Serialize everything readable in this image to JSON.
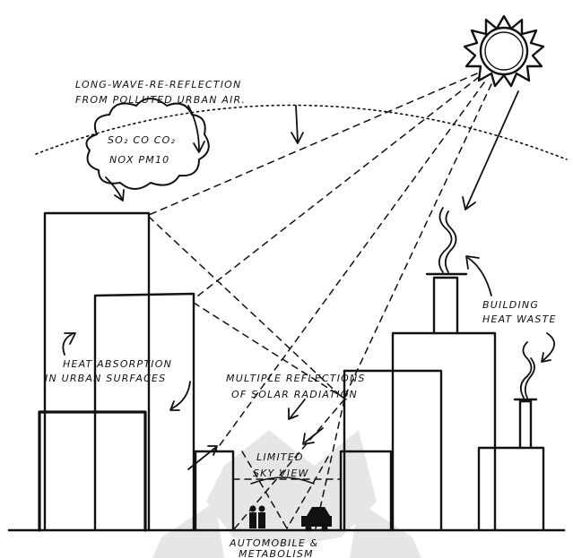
{
  "labels": {
    "long_wave_line1": "LONG-WAVE-RE-REFLECTION",
    "long_wave_line2": "FROM POLLUTED URBAN AIR.",
    "pollutants_line1": "SO₂  CO  CO₂",
    "pollutants_line2": "NOX   PM10",
    "building_line1": "BUILDING",
    "building_line2": "HEAT WASTE",
    "heat_absorption_line1": "HEAT ABSORPTION",
    "heat_absorption_line2": "IN URBAN SURFACES",
    "multiple_line1": "MULTIPLE REFLECTIONS",
    "multiple_line2": "OF SOLAR RADIATION",
    "limited_line1": "LIMITED",
    "limited_line2": "SKY VIEW",
    "automobile_line1": "AUTOMOBILE &",
    "automobile_line2": "METABOLISM"
  },
  "icons": {
    "sun": "sun-icon",
    "cloud": "pollution-cloud-icon",
    "smoke": "smoke-plume-icon",
    "people": "people-icon",
    "car": "car-icon"
  },
  "colors": {
    "ink": "#111111",
    "watermark": "#e4e4e4",
    "background": "#ffffff"
  }
}
